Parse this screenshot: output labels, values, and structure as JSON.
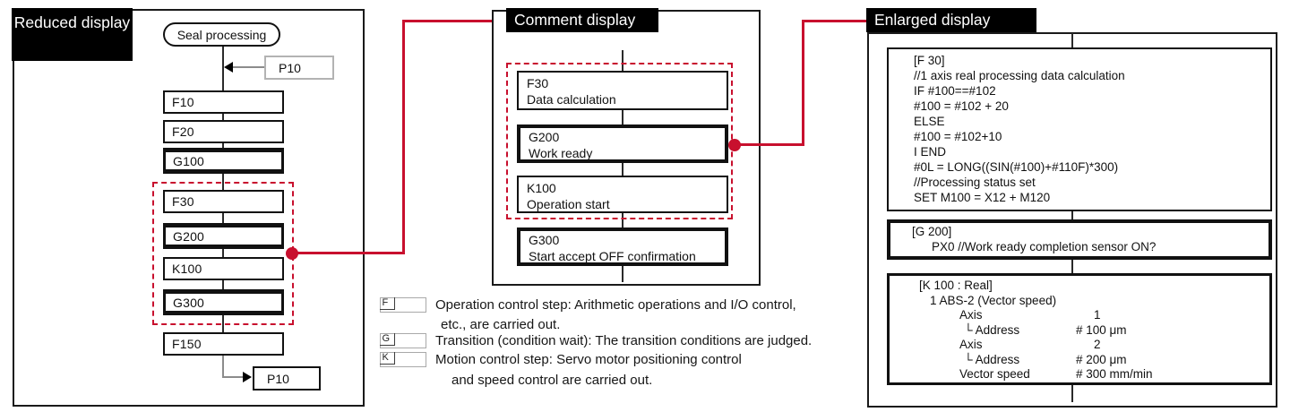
{
  "panels": {
    "reduced": {
      "title": "Reduced display",
      "terminal": "Seal processing",
      "entry_jump": "P10",
      "exit_jump": "P10",
      "steps": [
        {
          "label": "F10",
          "type": "F"
        },
        {
          "label": "F20",
          "type": "F"
        },
        {
          "label": "G100",
          "type": "G"
        },
        {
          "label": "F30",
          "type": "F"
        },
        {
          "label": "G200",
          "type": "G"
        },
        {
          "label": "K100",
          "type": "K"
        },
        {
          "label": "G300",
          "type": "G"
        },
        {
          "label": "F150",
          "type": "F"
        }
      ]
    },
    "comment": {
      "title": "Comment display",
      "blocks": [
        {
          "id": "F30",
          "comment": "Data calculation",
          "type": "F"
        },
        {
          "id": "G200",
          "comment": "Work ready",
          "type": "G"
        },
        {
          "id": "K100",
          "comment": "Operation start",
          "type": "K"
        },
        {
          "id": "G300",
          "comment": "Start accept OFF confirmation",
          "type": "G"
        }
      ]
    },
    "enlarged": {
      "title": "Enlarged display",
      "f30": {
        "lines": [
          "[F 30]",
          "//1 axis real processing data calculation",
          "IF #100==#102",
          "#100 = #102 + 20",
          "ELSE",
          "#100 = #102+10",
          "I END",
          "#0L = LONG((SIN(#100)+#110F)*300)",
          "//Processing status set",
          "SET M100 = X12 + M120"
        ]
      },
      "g200": {
        "lines": [
          "[G 200]",
          "PX0 //Work ready completion sensor ON?"
        ]
      },
      "k100": {
        "header": "[K 100 : Real]",
        "subheader": "1 ABS-2 (Vector speed)",
        "params": [
          {
            "label": "Axis",
            "value": "1"
          },
          {
            "label": "└ Address",
            "value": "# 100 μm"
          },
          {
            "label": "Axis",
            "value": "2"
          },
          {
            "label": "└ Address",
            "value": "# 200 μm"
          },
          {
            "label": "Vector speed",
            "value": "# 300 mm/min"
          }
        ]
      }
    }
  },
  "legend": {
    "items": [
      {
        "symbol": "F",
        "line1": "Operation control step: Arithmetic operations and I/O control,",
        "line2": "etc., are carried out."
      },
      {
        "symbol": "G",
        "line1": "Transition (condition wait): The transition conditions are judged.",
        "line2": ""
      },
      {
        "symbol": "K",
        "line1": "Motion control step: Servo motor positioning control",
        "line2": "and speed control are carried out."
      }
    ]
  },
  "colors": {
    "accent_red": "#c8102e",
    "connector_gray": "#8c8c8c"
  }
}
